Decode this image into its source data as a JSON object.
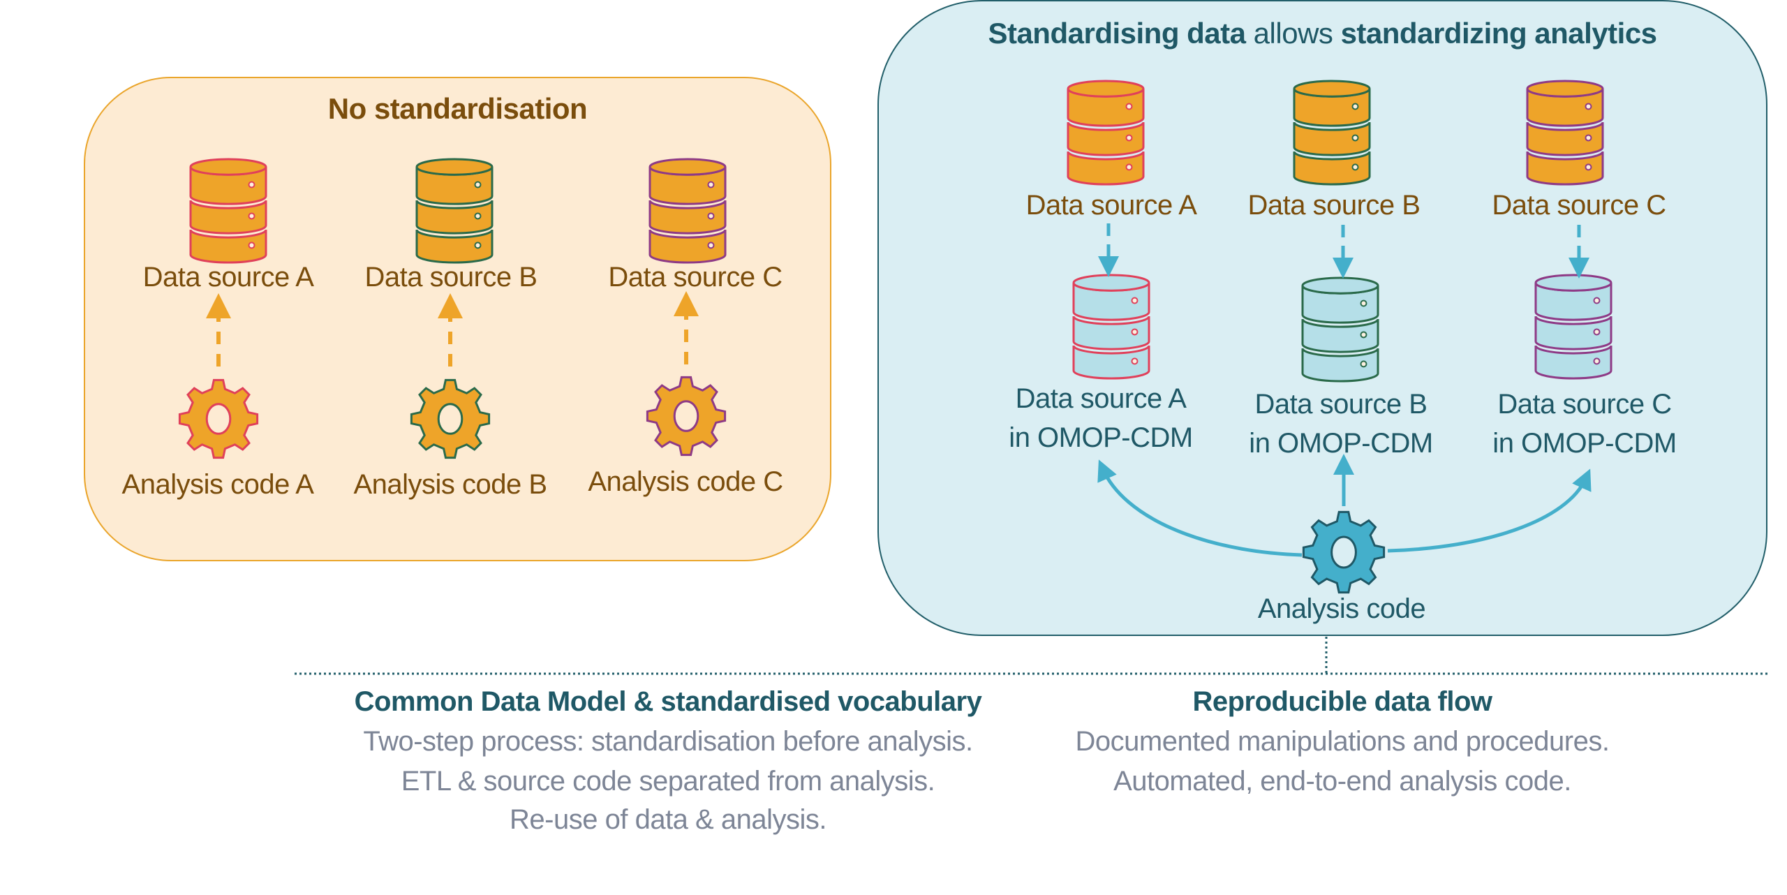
{
  "colors": {
    "orange_fill": "#eea429",
    "orange_panel_bg": "#fdebd3",
    "orange_panel_border": "#eaa52b",
    "blue_panel_bg": "#daeef3",
    "blue_panel_border": "#215e69",
    "light_blue_fill": "#b5dfe8",
    "accent_blue": "#44afcb",
    "source_a": "#e0405a",
    "source_b": "#2a6a4a",
    "source_c": "#8e3a86",
    "brown_text": "#7a4d0c",
    "teal_text": "#1f5866",
    "grey_text": "#7d8596"
  },
  "left_panel": {
    "title": "No standardisation",
    "sources": [
      {
        "label": "Data source A",
        "icon": "database-icon",
        "color_key": "source_a"
      },
      {
        "label": "Data source B",
        "icon": "database-icon",
        "color_key": "source_b"
      },
      {
        "label": "Data source C",
        "icon": "database-icon",
        "color_key": "source_c"
      }
    ],
    "analyses": [
      {
        "label": "Analysis code A",
        "icon": "gear-icon",
        "color_key": "source_a"
      },
      {
        "label": "Analysis code B",
        "icon": "gear-icon",
        "color_key": "source_b"
      },
      {
        "label": "Analysis code C",
        "icon": "gear-icon",
        "color_key": "source_c"
      }
    ]
  },
  "right_panel": {
    "title_parts": [
      {
        "text": "Standardising data",
        "bold": true
      },
      {
        "text": " allows ",
        "bold": false
      },
      {
        "text": "standardizing analytics",
        "bold": true
      }
    ],
    "sources": [
      {
        "label": "Data source A",
        "icon": "database-icon",
        "color_key": "source_a"
      },
      {
        "label": "Data source B",
        "icon": "database-icon",
        "color_key": "source_b"
      },
      {
        "label": "Data source C",
        "icon": "database-icon",
        "color_key": "source_c"
      }
    ],
    "omop_sources": [
      {
        "line1": "Data source A",
        "line2": "in OMOP-CDM",
        "icon": "database-icon",
        "color_key": "source_a"
      },
      {
        "line1": "Data source B",
        "line2": "in OMOP-CDM",
        "icon": "database-icon",
        "color_key": "source_b"
      },
      {
        "line1": "Data source C",
        "line2": "in OMOP-CDM",
        "icon": "database-icon",
        "color_key": "source_c"
      }
    ],
    "analysis": {
      "label": "Analysis code",
      "icon": "gear-icon"
    }
  },
  "bottom": {
    "columns": [
      {
        "heading": "Common Data Model & standardised vocabulary",
        "lines": [
          "Two-step process: standardisation before analysis.",
          "ETL & source code separated from analysis.",
          "Re-use of data & analysis."
        ]
      },
      {
        "heading": "Reproducible data flow",
        "lines": [
          "Documented manipulations and procedures.",
          "Automated, end-to-end analysis code."
        ]
      }
    ]
  }
}
